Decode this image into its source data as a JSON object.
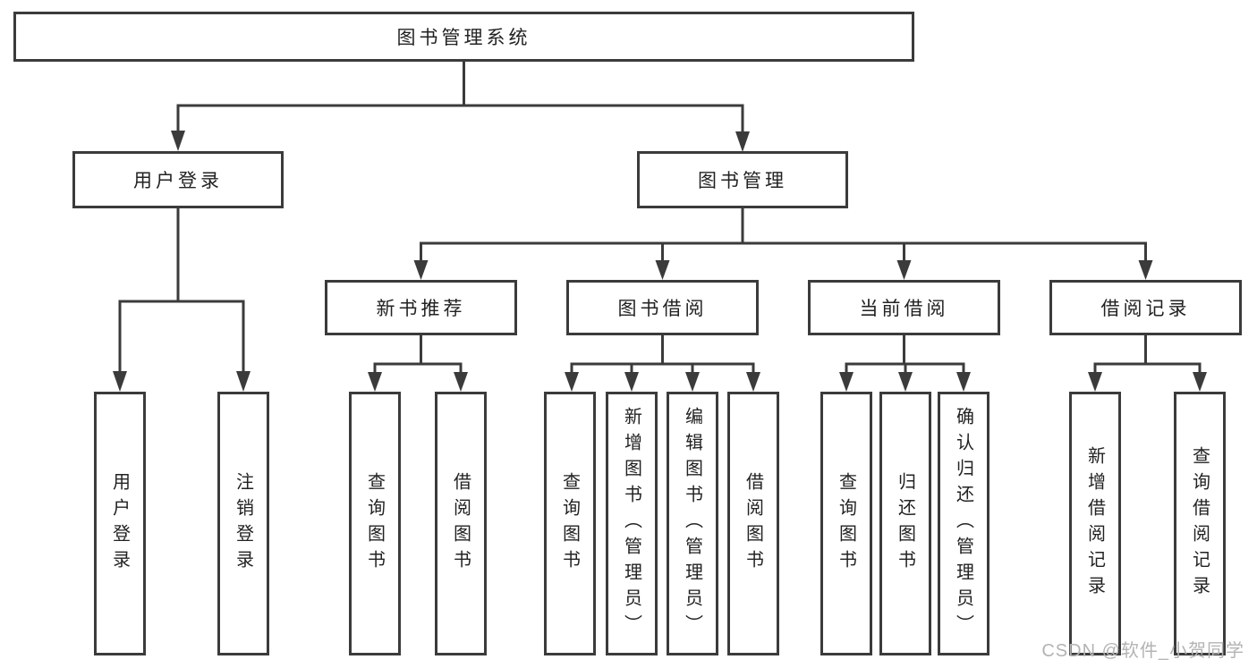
{
  "diagram_type": "functional-structure-tree",
  "tree": {
    "label": "图书管理系统",
    "children": [
      {
        "label": "用户登录",
        "children": [
          {
            "label": "用户登录"
          },
          {
            "label": "注销登录"
          }
        ]
      },
      {
        "label": "图书管理",
        "children": [
          {
            "label": "新书推荐",
            "children": [
              {
                "label": "查询图书"
              },
              {
                "label": "借阅图书"
              }
            ]
          },
          {
            "label": "图书借阅",
            "children": [
              {
                "label": "查询图书"
              },
              {
                "label": "新增图书（管理员）"
              },
              {
                "label": "编辑图书（管理员）"
              },
              {
                "label": "借阅图书"
              }
            ]
          },
          {
            "label": "当前借阅",
            "children": [
              {
                "label": "查询图书"
              },
              {
                "label": "归还图书"
              },
              {
                "label": "确认归还（管理员）"
              }
            ]
          },
          {
            "label": "借阅记录",
            "children": [
              {
                "label": "新增借阅记录"
              },
              {
                "label": "查询借阅记录"
              }
            ]
          }
        ]
      }
    ]
  },
  "watermark": {
    "text": "CSDN @软件_小贺同学"
  },
  "colors": {
    "line": "#3b3b3b",
    "box_border": "#3b3b3b",
    "text": "#222222",
    "watermark": "#b3b3b3",
    "background": "#ffffff"
  }
}
